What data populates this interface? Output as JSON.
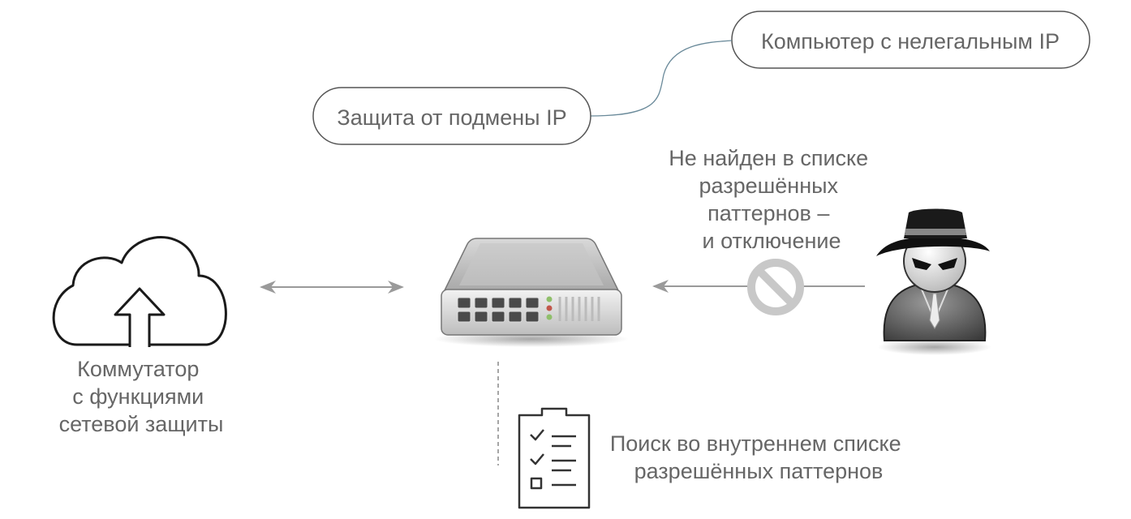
{
  "labels": {
    "illegal_ip": "Компьютер с нелегальным IP",
    "ip_spoof_protection": "Защита от подмены IP",
    "not_found": [
      "Не найден в списке",
      "разрешённых",
      "паттернов –",
      "и отключение"
    ],
    "switch": [
      "Коммутатор",
      "с функциями",
      "сетевой защиты"
    ],
    "search": [
      "Поиск во внутреннем списке",
      "разрешённых паттернов"
    ]
  },
  "colors": {
    "text": "#666666",
    "line": "#555555",
    "arrow": "#9a9a9a",
    "prohibited": "#c8c8c8"
  },
  "icons": {
    "cloud": "cloud-upload-icon",
    "switch": "network-switch-icon",
    "intruder": "spy-icon",
    "blocked": "prohibited-icon",
    "checklist": "checklist-icon"
  }
}
